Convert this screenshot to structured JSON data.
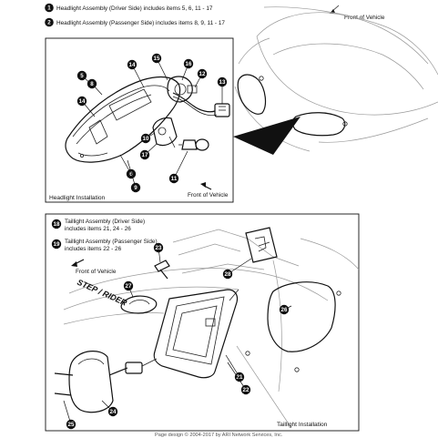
{
  "notes_top": [
    {
      "num": "1",
      "text": "Headlight Assembly (Driver Side) includes items 5, 6, 11 - 17"
    },
    {
      "num": "2",
      "text": "Headlight Assembly (Passenger Side) includes items 8, 9, 11 - 17"
    }
  ],
  "front_of_vehicle_top": "Front of Vehicle",
  "headlight_panel": {
    "caption": "Headlight Installation",
    "front_of_vehicle": "Front of Vehicle",
    "callouts": [
      "5",
      "8",
      "14",
      "14",
      "15",
      "16",
      "12",
      "13",
      "10",
      "17",
      "6",
      "9",
      "11"
    ]
  },
  "taillight_panel": {
    "notes": [
      {
        "num": "18",
        "lines": [
          "Taillight Assembly (Driver Side)",
          "includes items 21, 24 - 26"
        ]
      },
      {
        "num": "19",
        "lines": [
          "Taillight Assembly (Passenger Side)",
          "includes items 22 - 26"
        ]
      }
    ],
    "front_of_vehicle": "Front of Vehicle",
    "vehicle_badge": "STEP / RIDER",
    "caption": "Taillight Installation",
    "callouts": [
      "23",
      "27",
      "28",
      "26",
      "21",
      "22",
      "24",
      "25"
    ]
  },
  "footer": "Page design © 2004-2017 by ARI Network Services, Inc."
}
